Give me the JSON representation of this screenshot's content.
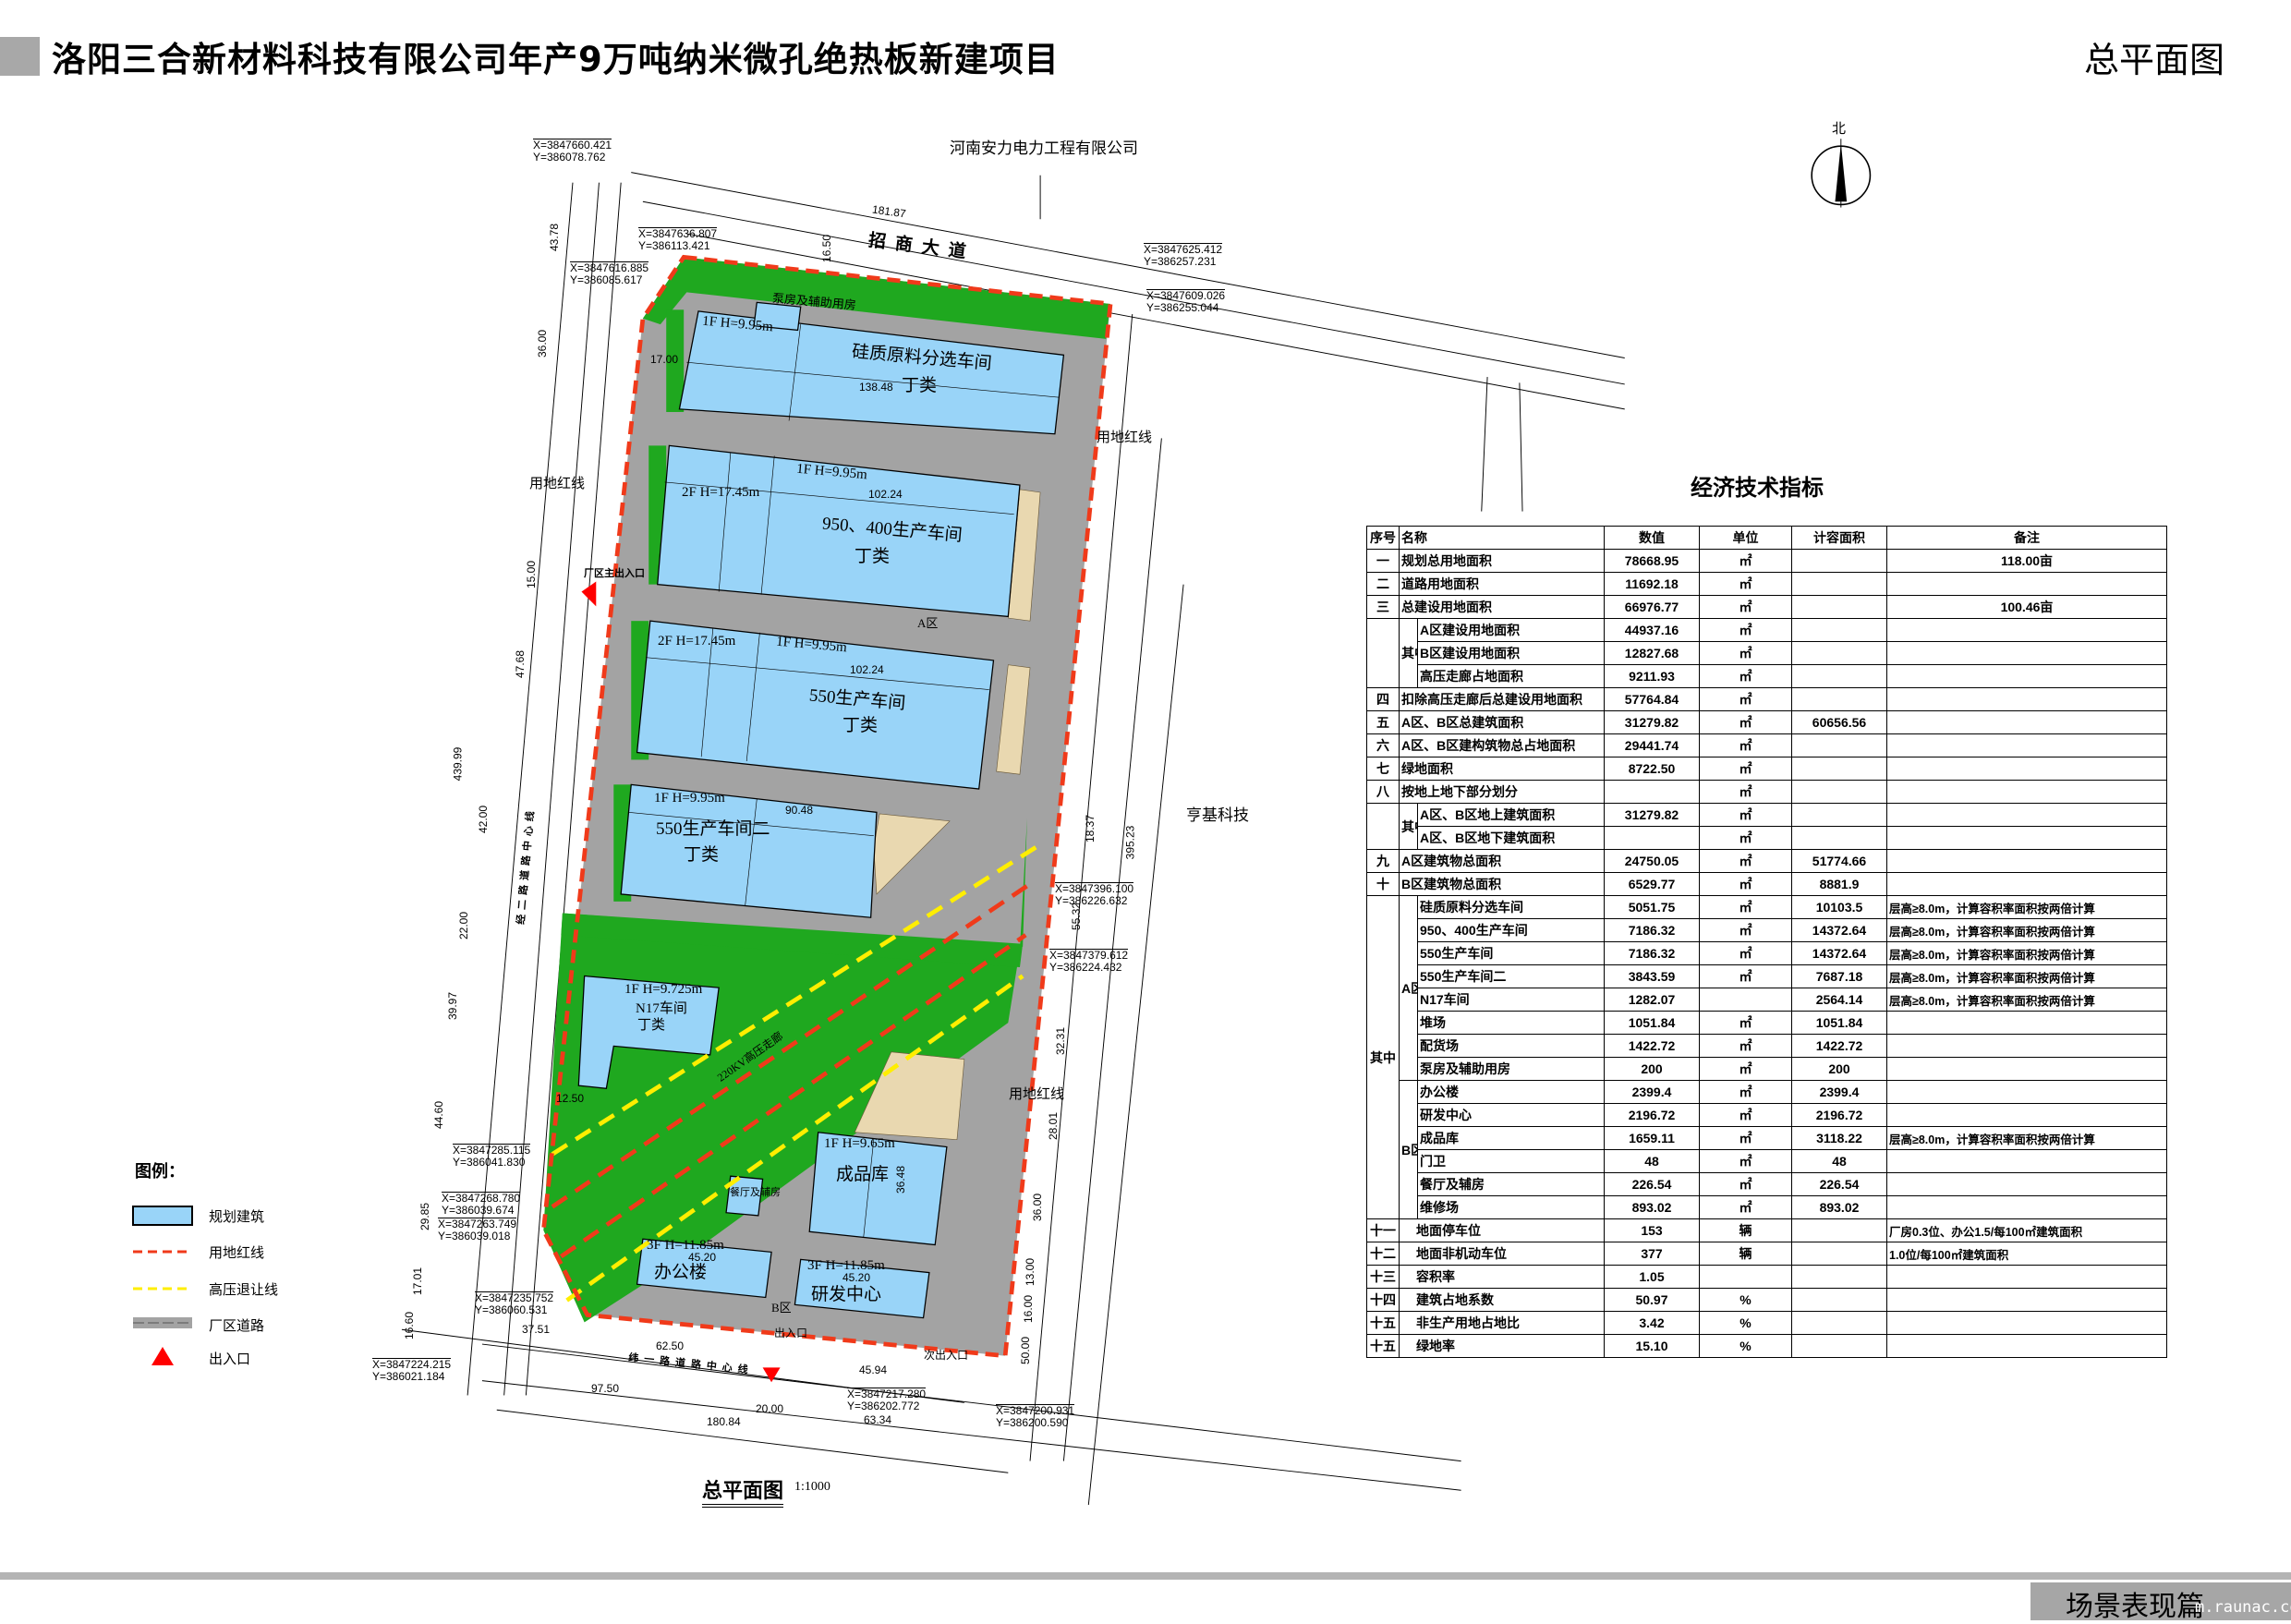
{
  "header": {
    "title": "洛阳三合新材料科技有限公司年产9万吨纳米微孔绝热板新建项目",
    "drawing_name": "总平面图"
  },
  "plan": {
    "north": "北",
    "neighbors": {
      "top": "河南安力电力工程有限公司",
      "right": "亨基科技"
    },
    "roads": {
      "top": "招商大道",
      "bottom": "纬一路道路中心线",
      "left": "经二路道路中心线"
    },
    "boundary_labels": [
      "用地红线",
      "用地红线",
      "用地红线"
    ],
    "entrances": {
      "main": "厂区主出入口",
      "south": "出入口",
      "secondary": "次出入口"
    },
    "zones": {
      "a": "A区",
      "b": "B区"
    },
    "corridor": "220KV高压走廊",
    "buildings": [
      {
        "name": "硅质原料分选车间",
        "cls": "丁类",
        "floors": "1F  H=9.95m",
        "dim": "138.48"
      },
      {
        "name": "950、400生产车间",
        "cls": "丁类",
        "floors": "1F  H=9.95m",
        "floors2": "2F H=17.45m",
        "dim": "102.24"
      },
      {
        "name": "550生产车间",
        "cls": "丁类",
        "floors": "1F  H=9.95m",
        "floors2": "2F H=17.45m",
        "dim": "102.24"
      },
      {
        "name": "550生产车间二",
        "cls": "丁类",
        "floors": "1F  H=9.95m",
        "dim": "90.48"
      },
      {
        "name": "N17车间",
        "cls": "丁类",
        "floors": "1F  H=9.725m"
      },
      {
        "name": "成品库",
        "floors": "1F  H=9.65m",
        "dim": "36.48"
      },
      {
        "name": "办公楼",
        "floors": "3F  H=11.85m",
        "dim": "45.20"
      },
      {
        "name": "研发中心",
        "floors": "3F  H=11.85m",
        "dim": "45.20"
      },
      {
        "name": "餐厅及辅房"
      },
      {
        "name": "泵房及辅助用房"
      }
    ],
    "coords": [
      {
        "x": "X=3847660.421",
        "y": "Y=386078.762"
      },
      {
        "x": "X=3847636.807",
        "y": "Y=386113.421"
      },
      {
        "x": "X=3847616.885",
        "y": "Y=386085.617"
      },
      {
        "x": "X=3847625.412",
        "y": "Y=386257.231"
      },
      {
        "x": "X=3847609.026",
        "y": "Y=386255.044"
      },
      {
        "x": "X=3847396.100",
        "y": "Y=386226.632"
      },
      {
        "x": "X=3847379.612",
        "y": "Y=386224.432"
      },
      {
        "x": "X=3847285.115",
        "y": "Y=386041.830"
      },
      {
        "x": "X=3847268.780",
        "y": "Y=386039.674"
      },
      {
        "x": "X=3847263.749",
        "y": "Y=386039.018"
      },
      {
        "x": "X=3847235.752",
        "y": "Y=386060.531"
      },
      {
        "x": "X=3847224.215",
        "y": "Y=386021.184"
      },
      {
        "x": "X=3847217.280",
        "y": "Y=386202.772"
      },
      {
        "x": "X=3847200.931",
        "y": "Y=386200.590"
      }
    ],
    "dims": [
      "181.87",
      "16.50",
      "43.78",
      "36.00",
      "15.00",
      "47.68",
      "439.99",
      "42.00",
      "22.00",
      "39.97",
      "44.60",
      "29.85",
      "17.01",
      "16.60",
      "37.51",
      "62.50",
      "97.50",
      "20.00",
      "180.84",
      "63.34",
      "45.94",
      "50.00",
      "395.23",
      "55.32",
      "32.31",
      "28.01",
      "36.00",
      "13.00",
      "16.00",
      "18.37",
      "17.00",
      "12.50"
    ],
    "caption": "总平面图",
    "scale": "1:1000"
  },
  "legend": {
    "title": "图例：",
    "items": [
      {
        "label": "规划建筑",
        "symbol": "building"
      },
      {
        "label": "用地红线",
        "symbol": "red-dash"
      },
      {
        "label": "高压退让线",
        "symbol": "yellow-dash"
      },
      {
        "label": "厂区道路",
        "symbol": "road"
      },
      {
        "label": "出入口",
        "symbol": "triangle"
      }
    ]
  },
  "table": {
    "title": "经济技术指标",
    "headers": [
      "序号",
      "名称",
      "数值",
      "单位",
      "计容面积",
      "备注"
    ],
    "rows": [
      {
        "no": "一",
        "name": "规划总用地面积",
        "value": "78668.95",
        "unit": "㎡",
        "far": "",
        "note": "118.00亩"
      },
      {
        "no": "二",
        "name": "道路用地面积",
        "value": "11692.18",
        "unit": "㎡",
        "far": "",
        "note": ""
      },
      {
        "no": "三",
        "name": "总建设用地面积",
        "value": "66976.77",
        "unit": "㎡",
        "far": "",
        "note": "100.46亩"
      },
      {
        "group": {
          "label": "其中",
          "span": 3
        },
        "name": "A区建设用地面积",
        "value": "44937.16",
        "unit": "㎡",
        "far": "",
        "note": ""
      },
      {
        "sub": true,
        "name": "B区建设用地面积",
        "value": "12827.68",
        "unit": "㎡",
        "far": "",
        "note": ""
      },
      {
        "sub": true,
        "name": "高压走廊占地面积",
        "value": "9211.93",
        "unit": "㎡",
        "far": "",
        "note": ""
      },
      {
        "no": "四",
        "name": "扣除高压走廊后总建设用地面积",
        "value": "57764.84",
        "unit": "㎡",
        "far": "",
        "note": ""
      },
      {
        "no": "五",
        "name": "A区、B区总建筑面积",
        "value": "31279.82",
        "unit": "㎡",
        "far": "60656.56",
        "note": ""
      },
      {
        "no": "六",
        "name": "A区、B区建构筑物总占地面积",
        "value": "29441.74",
        "unit": "㎡",
        "far": "",
        "note": ""
      },
      {
        "no": "七",
        "name": "绿地面积",
        "value": "8722.50",
        "unit": "㎡",
        "far": "",
        "note": ""
      },
      {
        "no": "八",
        "name": "按地上地下部分划分",
        "value": "",
        "unit": "㎡",
        "far": "",
        "note": ""
      },
      {
        "group": {
          "label": "其中",
          "span": 2
        },
        "name": "A区、B区地上建筑面积",
        "value": "31279.82",
        "unit": "㎡",
        "far": "",
        "note": ""
      },
      {
        "sub": true,
        "name": "A区、B区地下建筑面积",
        "value": "",
        "unit": "㎡",
        "far": "",
        "note": ""
      },
      {
        "no": "九",
        "name": "A区建筑物总面积",
        "value": "24750.05",
        "unit": "㎡",
        "far": "51774.66",
        "note": ""
      },
      {
        "no": "十",
        "name": "B区建筑物总面积",
        "value": "6529.77",
        "unit": "㎡",
        "far": "8881.9",
        "note": ""
      },
      {
        "outer": {
          "label": "其中",
          "span": 14
        },
        "zone": {
          "label": "A区",
          "span": 8
        },
        "name": "硅质原料分选车间",
        "value": "5051.75",
        "unit": "㎡",
        "far": "10103.5",
        "note": "层高≥8.0m，计算容积率面积按两倍计算"
      },
      {
        "sub": true,
        "name": "950、400生产车间",
        "value": "7186.32",
        "unit": "㎡",
        "far": "14372.64",
        "note": "层高≥8.0m，计算容积率面积按两倍计算"
      },
      {
        "sub": true,
        "name": "550生产车间",
        "value": "7186.32",
        "unit": "㎡",
        "far": "14372.64",
        "note": "层高≥8.0m，计算容积率面积按两倍计算"
      },
      {
        "sub": true,
        "name": "550生产车间二",
        "value": "3843.59",
        "unit": "㎡",
        "far": "7687.18",
        "note": "层高≥8.0m，计算容积率面积按两倍计算"
      },
      {
        "sub": true,
        "name": "N17车间",
        "value": "1282.07",
        "unit": "",
        "far": "2564.14",
        "note": "层高≥8.0m，计算容积率面积按两倍计算"
      },
      {
        "sub": true,
        "name": "堆场",
        "value": "1051.84",
        "unit": "㎡",
        "far": "1051.84",
        "note": ""
      },
      {
        "sub": true,
        "name": "配货场",
        "value": "1422.72",
        "unit": "㎡",
        "far": "1422.72",
        "note": ""
      },
      {
        "sub": true,
        "name": "泵房及辅助用房",
        "value": "200",
        "unit": "㎡",
        "far": "200",
        "note": ""
      },
      {
        "zone": {
          "label": "B区",
          "span": 6
        },
        "name": "办公楼",
        "value": "2399.4",
        "unit": "㎡",
        "far": "2399.4",
        "note": ""
      },
      {
        "sub": true,
        "name": "研发中心",
        "value": "2196.72",
        "unit": "㎡",
        "far": "2196.72",
        "note": ""
      },
      {
        "sub": true,
        "name": "成品库",
        "value": "1659.11",
        "unit": "㎡",
        "far": "3118.22",
        "note": "层高≥8.0m，计算容积率面积按两倍计算"
      },
      {
        "sub": true,
        "name": "门卫",
        "value": "48",
        "unit": "㎡",
        "far": "48",
        "note": ""
      },
      {
        "sub": true,
        "name": "餐厅及辅房",
        "value": "226.54",
        "unit": "㎡",
        "far": "226.54",
        "note": ""
      },
      {
        "sub": true,
        "name": "维修场",
        "value": "893.02",
        "unit": "㎡",
        "far": "893.02",
        "note": ""
      },
      {
        "no": "十一",
        "indent": true,
        "name": "地面停车位",
        "value": "153",
        "unit": "辆",
        "far": "",
        "note": "厂房0.3位、办公1.5/每100㎡建筑面积"
      },
      {
        "no": "十二",
        "indent": true,
        "name": "地面非机动车位",
        "value": "377",
        "unit": "辆",
        "far": "",
        "note": "1.0位/每100㎡建筑面积"
      },
      {
        "no": "十三",
        "indent": true,
        "name": "容积率",
        "value": "1.05",
        "unit": "",
        "far": "",
        "note": ""
      },
      {
        "no": "十四",
        "indent": true,
        "name": "建筑占地系数",
        "value": "50.97",
        "unit": "%",
        "far": "",
        "note": ""
      },
      {
        "no": "十五",
        "indent": true,
        "name": "非生产用地占地比",
        "value": "3.42",
        "unit": "%",
        "far": "",
        "note": ""
      },
      {
        "no": "十五",
        "indent": true,
        "name": "绿地率",
        "value": "15.10",
        "unit": "%",
        "far": "",
        "note": ""
      }
    ]
  },
  "footer": {
    "section": "场景表现篇",
    "watermark": "m.raunac.com"
  },
  "colors": {
    "building": "#99d4f8",
    "green": "#1fa81f",
    "road": "#a3a3a3",
    "red_line": "#f03a1a",
    "yellow_line": "#ffee00"
  }
}
